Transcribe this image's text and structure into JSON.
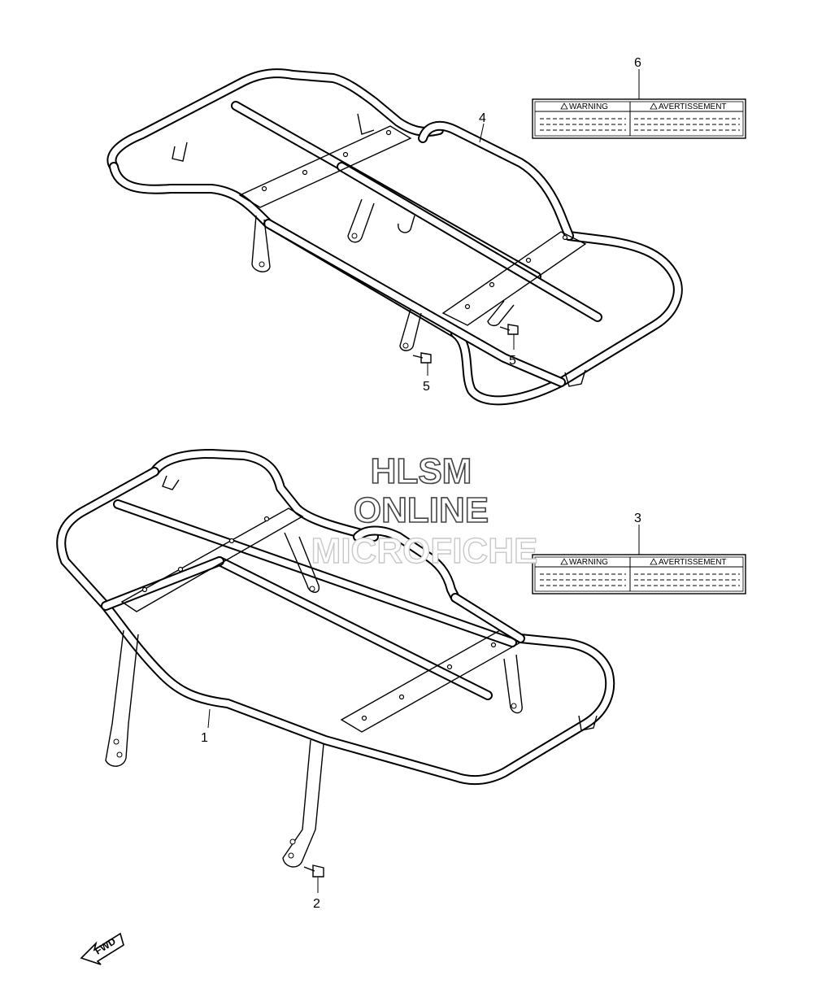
{
  "watermark": {
    "line1": "HLSM",
    "line2": "ONLINE",
    "line3": "MICROFICHE"
  },
  "callouts": {
    "c1": "1",
    "c2": "2",
    "c3": "3",
    "c4": "4",
    "c5a": "5",
    "c5b": "5",
    "c6": "6"
  },
  "labels": {
    "warning": "WARNING",
    "avertissement": "AVERTISSEMENT"
  },
  "fwd": "FWD"
}
